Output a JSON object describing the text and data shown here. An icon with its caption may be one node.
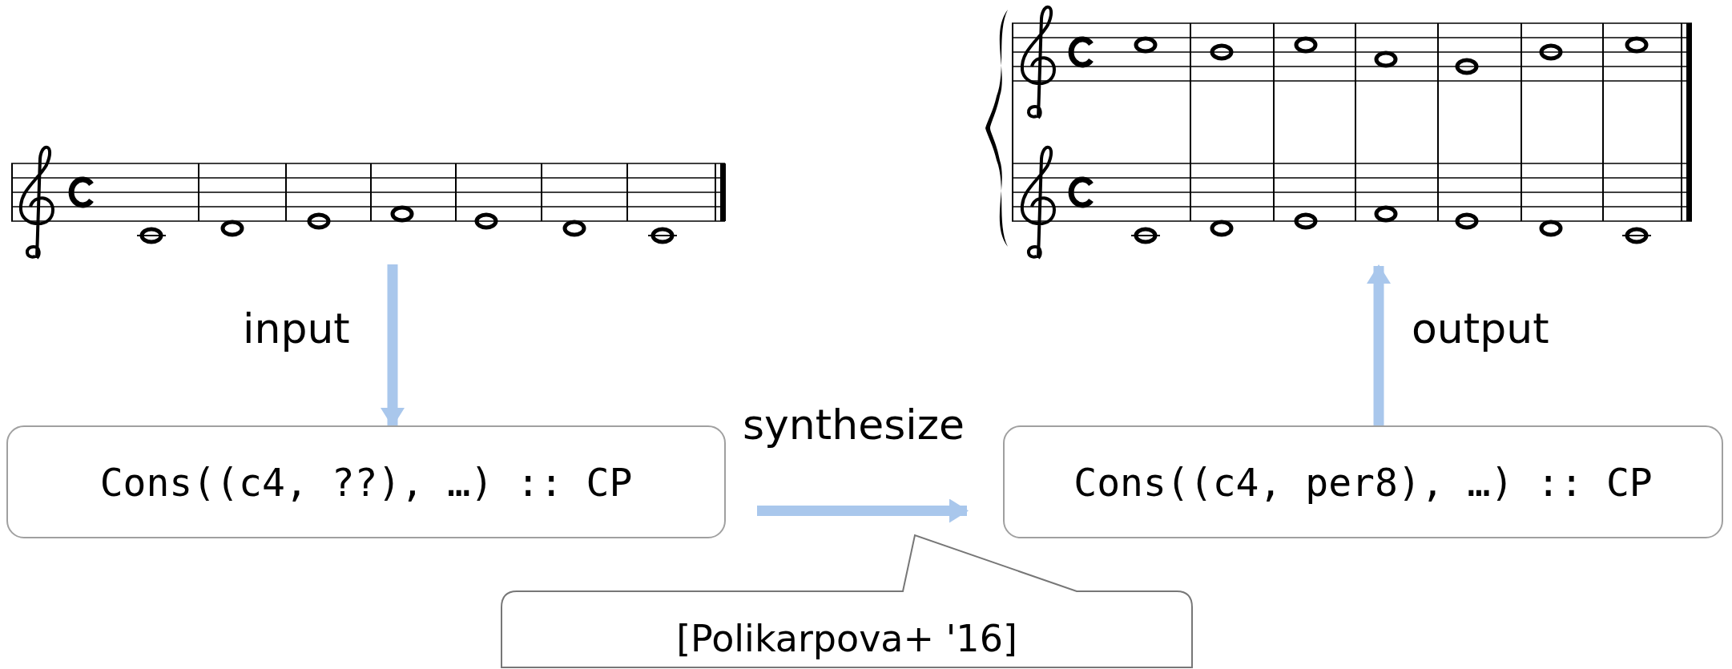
{
  "diagram": {
    "nodes": [
      {
        "text": [],
        "shape": "picture"
      },
      {
        "text": [
          "Cons((c4, ??), …) :: CP"
        ]
      },
      {
        "text": [
          "Cons((c4, per8), …) :: CP"
        ]
      },
      {
        "text": [],
        "shape": "picture"
      },
      {
        "text": [
          "[Polikarpova+ '16]"
        ]
      }
    ],
    "edges": [
      {
        "from": 0,
        "to": 1,
        "arrow": "to",
        "label": "input"
      },
      {
        "from": 1,
        "to": 2,
        "arrow": "to",
        "label": "synthesize"
      },
      {
        "from": 2,
        "to": 3,
        "arrow": "to",
        "label": "output"
      }
    ]
  }
}
